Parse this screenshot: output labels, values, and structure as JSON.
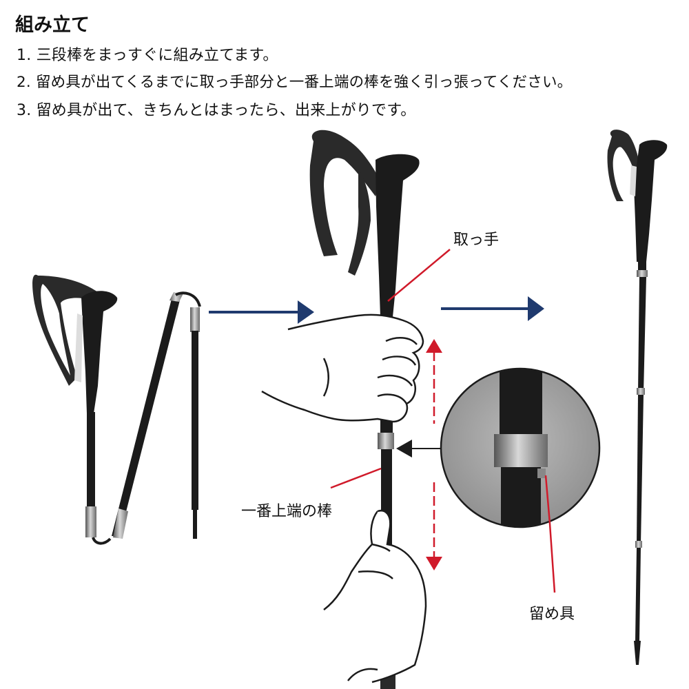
{
  "heading": "組み立て",
  "steps": [
    "1. 三段棒をまっすぐに組み立てます。",
    "2. 留め具が出てくるまでに取っ手部分と一番上端の棒を強く引っ張ってください。",
    "3. 留め具が出て、きちんとはまったら、出来上がりです。"
  ],
  "labels": {
    "grip": "取っ手",
    "top_rod": "一番上端の棒",
    "clasp": "留め具"
  },
  "colors": {
    "arrow_blue": "#1f3a6e",
    "callout_red": "#d01a2a",
    "pole_black": "#1b1b1b",
    "zoom_gray": "#9a9a9a"
  }
}
